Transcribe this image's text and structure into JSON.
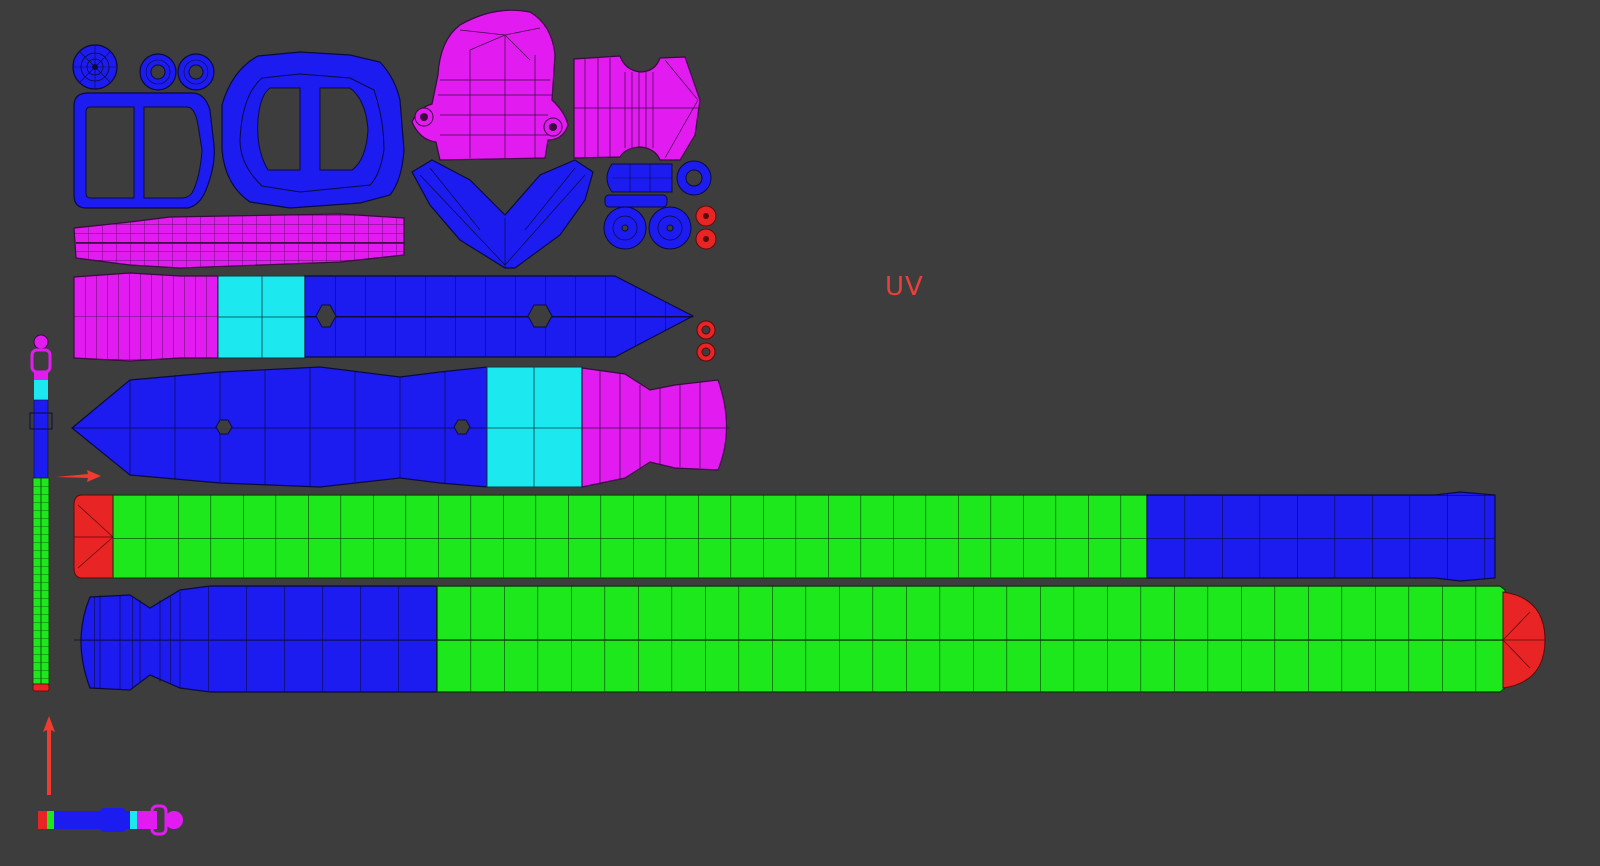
{
  "viewport": {
    "label": "UV",
    "background": "#3d3d3d"
  },
  "colors": {
    "blue": "#1c1cf0",
    "magenta": "#e21cf0",
    "cyan": "#1ce8f0",
    "green": "#1ce81c",
    "red": "#e82424",
    "wire": "#101040",
    "arrow": "#f03c30"
  },
  "islands": [
    {
      "name": "ring-small-1",
      "color": "blue"
    },
    {
      "name": "ring-small-2",
      "color": "blue"
    },
    {
      "name": "ring-small-3",
      "color": "blue"
    },
    {
      "name": "buckle-frame-small",
      "color": "blue"
    },
    {
      "name": "buckle-frame-large",
      "color": "blue"
    },
    {
      "name": "clasp-top",
      "color": "magenta"
    },
    {
      "name": "clasp-side",
      "color": "magenta"
    },
    {
      "name": "clasp-strip",
      "color": "magenta"
    },
    {
      "name": "wing-pair",
      "color": "blue"
    },
    {
      "name": "pin-parts",
      "color": "blue"
    },
    {
      "name": "rivets-red",
      "color": "red"
    },
    {
      "name": "strap-upper",
      "segments": [
        "magenta",
        "cyan",
        "blue"
      ]
    },
    {
      "name": "strap-middle",
      "segments": [
        "blue",
        "cyan",
        "magenta"
      ]
    },
    {
      "name": "strap-long-1",
      "segments": [
        "red",
        "green",
        "blue"
      ]
    },
    {
      "name": "strap-long-2",
      "segments": [
        "blue",
        "green",
        "red"
      ]
    }
  ]
}
